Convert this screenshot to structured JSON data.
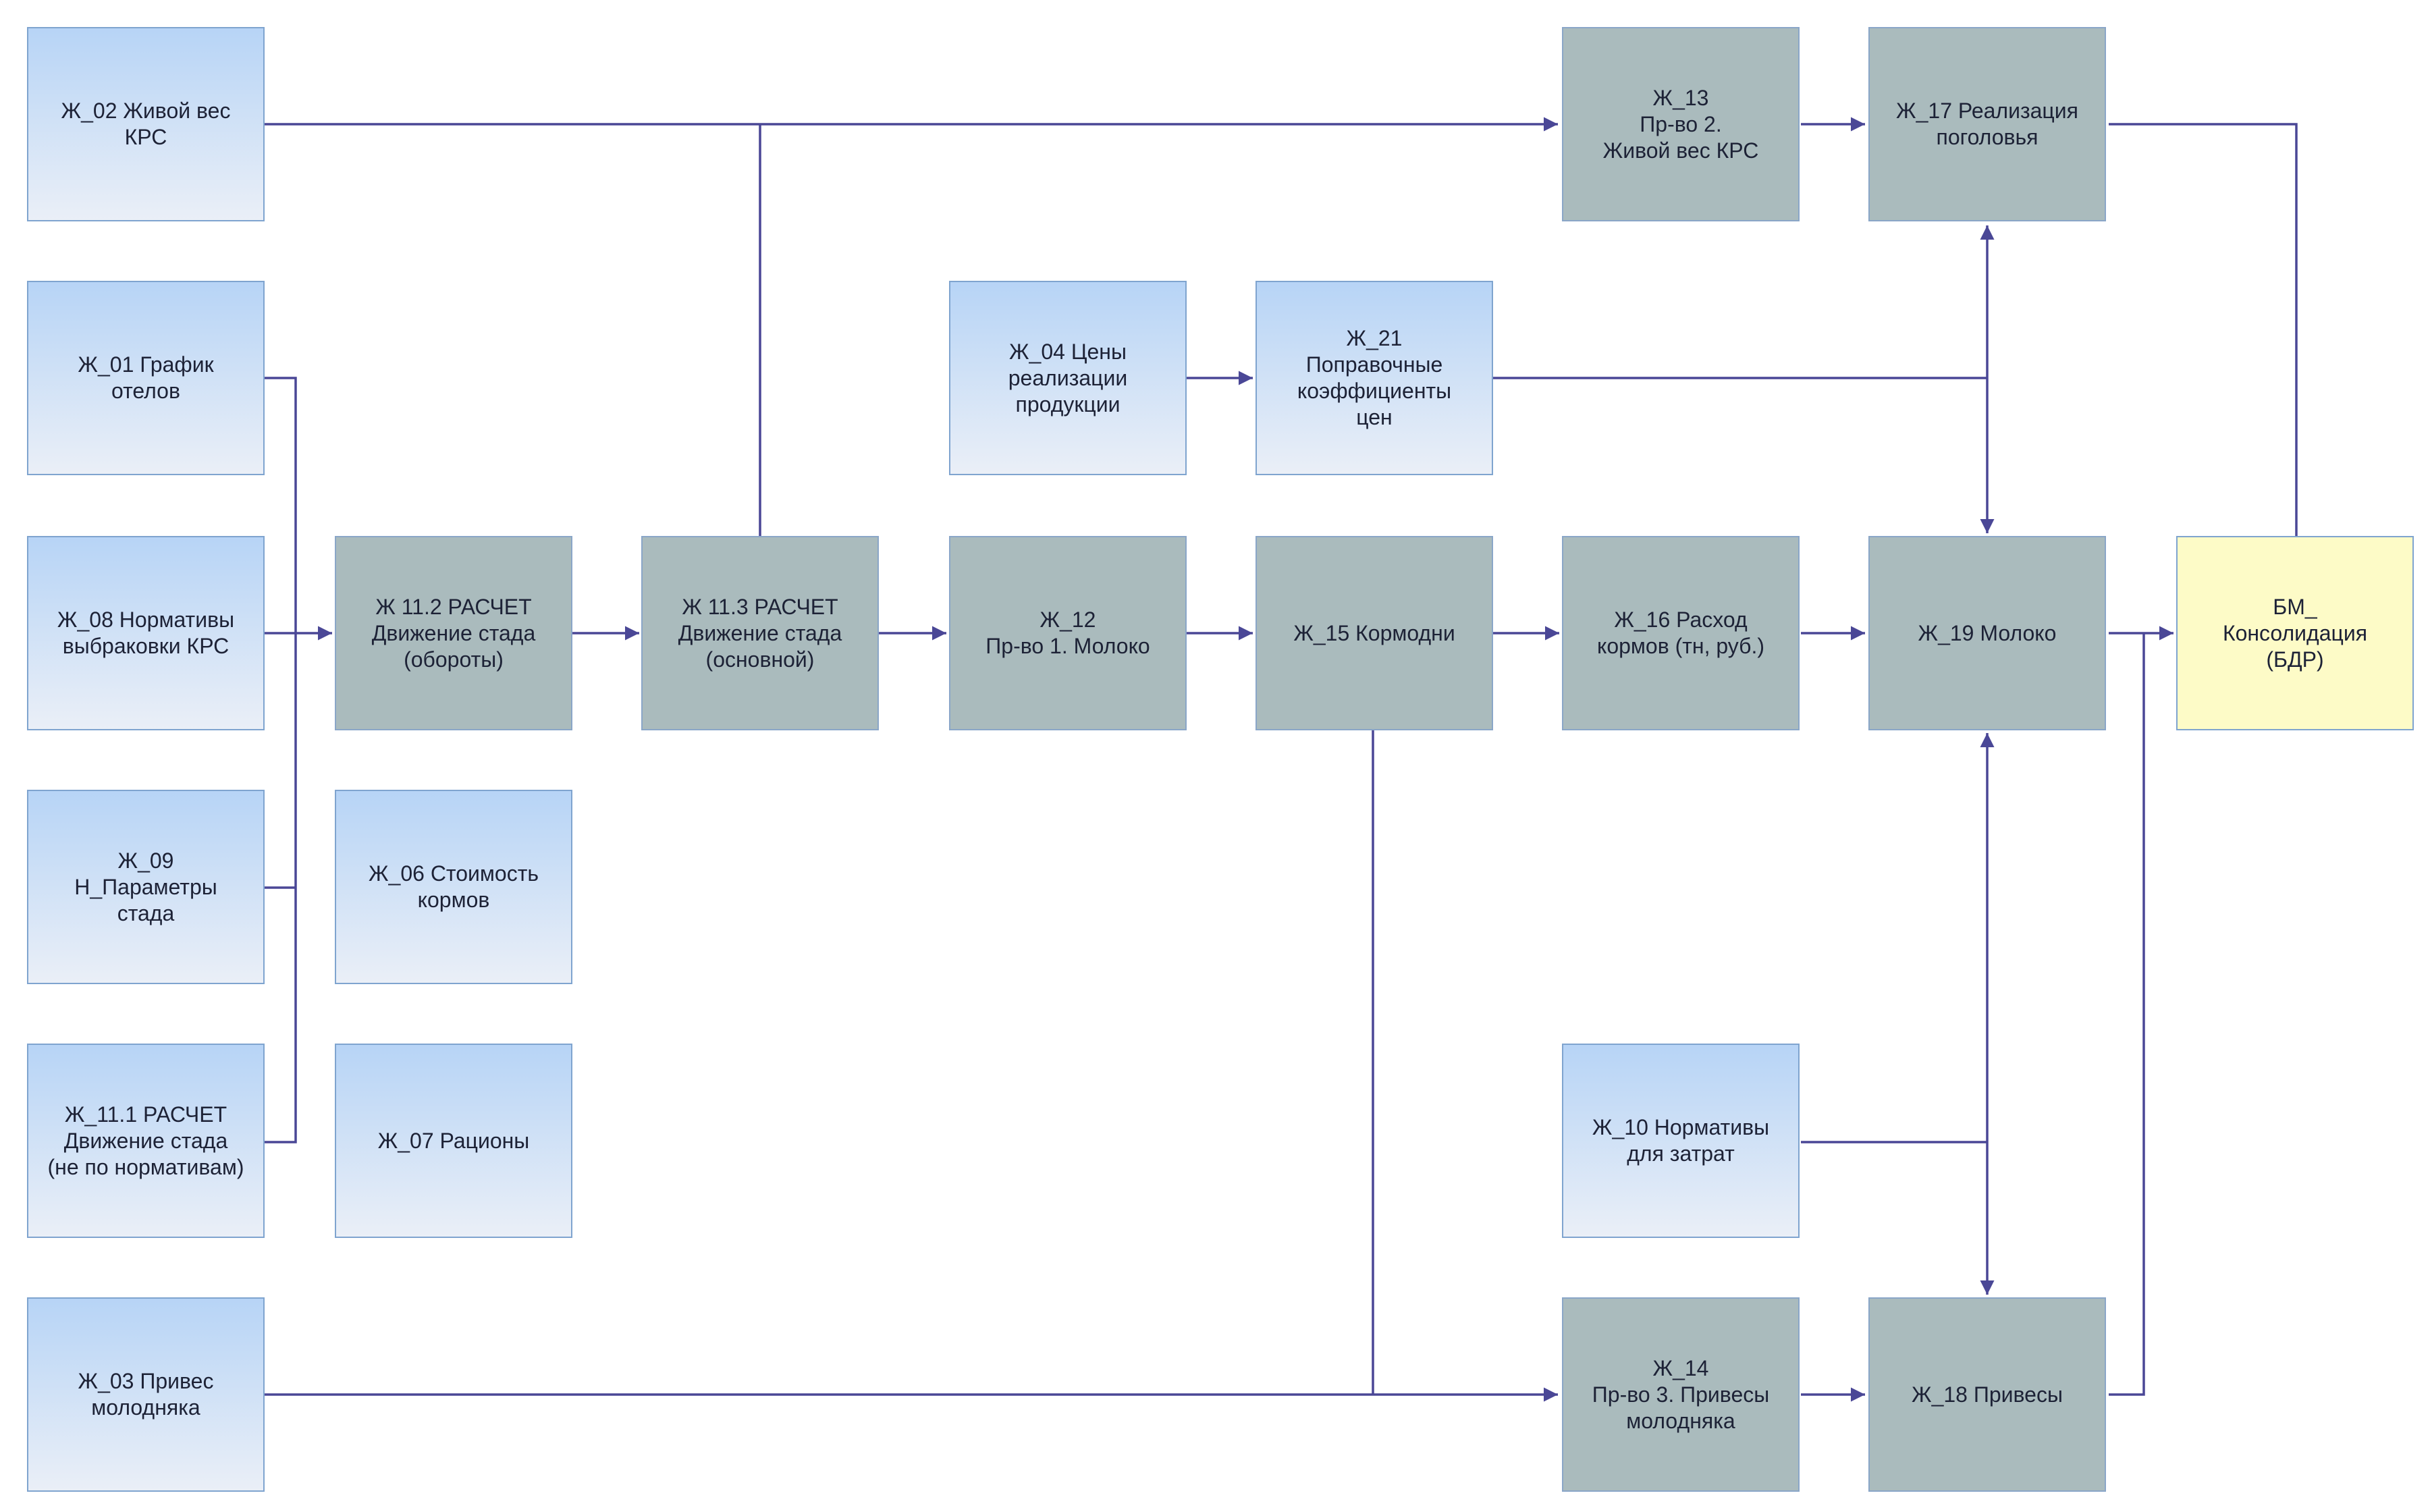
{
  "nodes": {
    "zh02": "Ж_02 Живой вес\nКРС",
    "zh01": "Ж_01 График\nотелов",
    "zh08": "Ж_08 Нормативы\nвыбраковки КРС",
    "zh09": "Ж_09\nН_Параметры\nстада",
    "zh111": "Ж_11.1 РАСЧЕТ\nДвижение стада\n(не по нормативам)",
    "zh03": "Ж_03 Привес\nмолодняка",
    "zh112": "Ж 11.2 РАСЧЕТ\nДвижение стада\n(обороты)",
    "zh06": "Ж_06 Стоимость\nкормов",
    "zh07": "Ж_07 Рационы",
    "zh113": "Ж 11.3 РАСЧЕТ\nДвижение стада\n(основной)",
    "zh04": "Ж_04 Цены\nреализации\nпродукции",
    "zh12": "Ж_12\nПр-во 1. Молоко",
    "zh21": "Ж_21\nПоправочные\nкоэффициенты\nцен",
    "zh15": "Ж_15 Кормодни",
    "zh13": "Ж_13\nПр-во 2.\nЖивой вес КРС",
    "zh16": "Ж_16 Расход\nкормов (тн, руб.)",
    "zh10": "Ж_10 Нормативы\nдля затрат",
    "zh14": "Ж_14\nПр-во 3. Привесы\nмолодняка",
    "zh17": "Ж_17 Реализация\nпоголовья",
    "zh19": "Ж_19 Молоко",
    "zh18": "Ж_18 Привесы",
    "bm": "БМ_\nКонсолидация\n(БДР)"
  },
  "colors": {
    "input_top": "#b7d4f6",
    "input_bottom": "#eaeff7",
    "calc": "#aabbbd",
    "result": "#fdfbc7",
    "border": "#7fa4cf",
    "connector": "#4a4796"
  }
}
